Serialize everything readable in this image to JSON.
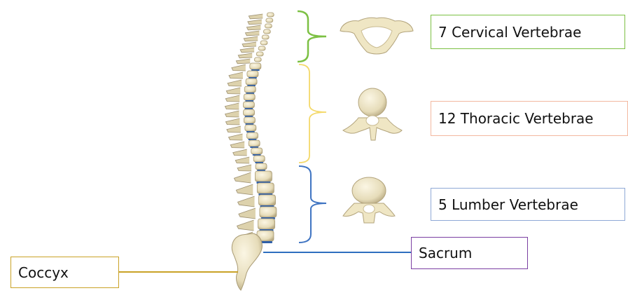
{
  "colors": {
    "cervical": "#7cc043",
    "thoracic": "#f4d96a",
    "lumbar": "#3f74c2",
    "sacrum": "#7b3fa2",
    "coccyx": "#c9a227",
    "thoracic_box": "#f3b8a0",
    "lumbar_box": "#8fa9d6",
    "sacrum_line": "#2e6fbf",
    "bone": "#ece3c6",
    "bone_shadow": "#b7ab86",
    "disc": "#2f5fa8"
  },
  "labels": {
    "cervical": "7 Cervical Vertebrae",
    "thoracic": "12 Thoracic Vertebrae",
    "lumbar": "5 Lumber Vertebrae",
    "sacrum": "Sacrum",
    "coccyx": "Coccyx"
  }
}
